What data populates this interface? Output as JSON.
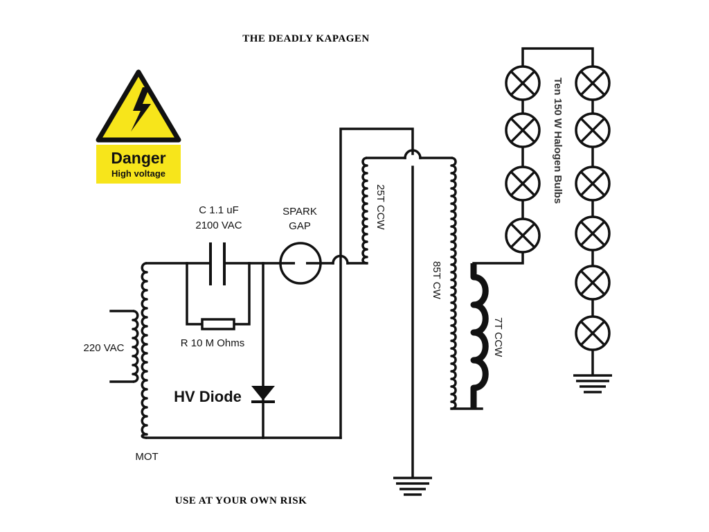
{
  "title": "THE DEADLY KAPAGEN",
  "footer": "USE AT YOUR OWN RISK",
  "warning": {
    "heading": "Danger",
    "subheading": "High voltage",
    "color": "#f7e51b",
    "icon": "lightning-icon"
  },
  "labels": {
    "capacitor_line1": "C 1.1 uF",
    "capacitor_line2": "2100 VAC",
    "spark_line1": "SPARK",
    "spark_line2": "GAP",
    "resistor": "R  10 M Ohms",
    "diode": "HV Diode",
    "supply": "220 VAC",
    "mot": "MOT",
    "coil_25t": "25T CCW",
    "coil_85t": "85T CW",
    "coil_7t": "7T CCW",
    "bulbs": "Ten 150 W Halogen Bulbs"
  },
  "bulb_count": 10
}
